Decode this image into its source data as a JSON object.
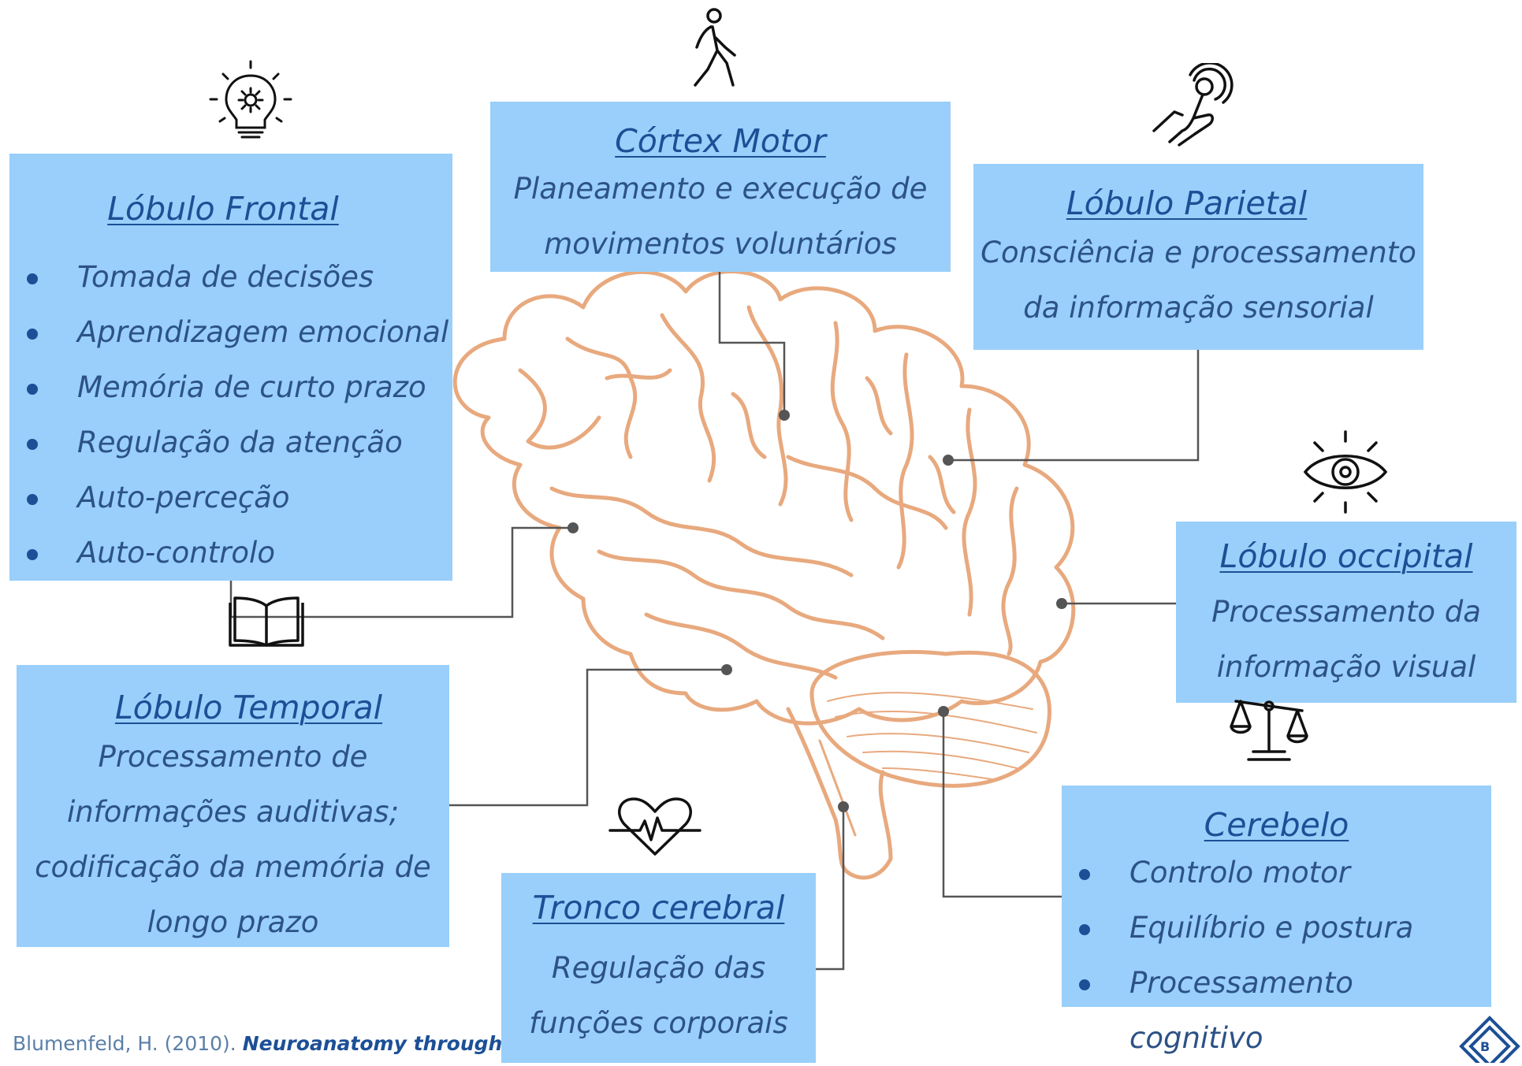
{
  "frontal": {
    "title": "Lóbulo Frontal",
    "items": [
      "Tomada de decisões",
      "Aprendizagem emocional",
      "Memória de curto prazo",
      "Regulação da atenção",
      "Auto-perceção",
      "Auto-controlo"
    ]
  },
  "motor": {
    "title": "Córtex Motor",
    "line1": "Planeamento e execução de",
    "line2": "movimentos voluntários"
  },
  "parietal": {
    "title": "Lóbulo Parietal",
    "line1": "Consciência e processamento",
    "line2": "da informação sensorial"
  },
  "occipital": {
    "title": "Lóbulo occipital",
    "line1": "Processamento da",
    "line2": "informação visual"
  },
  "temporal": {
    "title": "Lóbulo Temporal",
    "lines": [
      "Processamento de",
      "informações auditivas;",
      "codificação da memória de",
      "longo prazo"
    ]
  },
  "tronco": {
    "title": "Tronco cerebral",
    "line1": "Regulação das",
    "line2": "funções corporais"
  },
  "cerebelo": {
    "title": "Cerebelo",
    "items": [
      "Controlo motor",
      "Equilíbrio e postura",
      "Processamento cognitivo"
    ]
  },
  "reference": {
    "authors": "Blumenfeld, H. (2010).",
    "work": "Neuroanatomy through"
  },
  "icons": {
    "frontal": "lightbulb-gear-icon",
    "motor": "walking-person-icon",
    "parietal": "touch-hand-icon",
    "occipital": "eye-icon",
    "temporal": "open-book-icon",
    "tronco": "heartbeat-icon",
    "cerebelo": "balance-scale-icon",
    "logo": "bt-logo-icon"
  },
  "colors": {
    "box": "#99cffa",
    "title": "#1c4f96",
    "brain": "#e8a97e",
    "connector": "#555555"
  }
}
